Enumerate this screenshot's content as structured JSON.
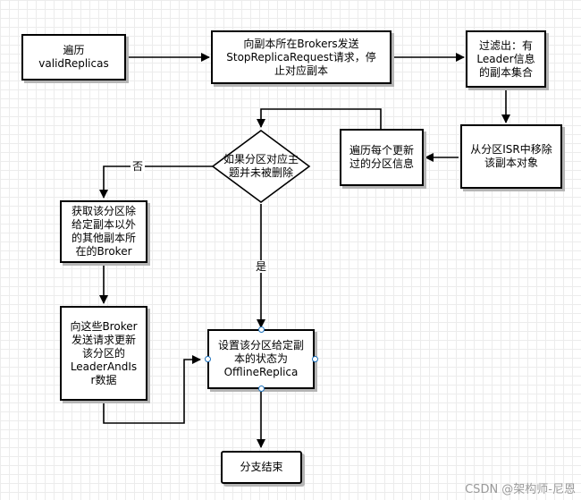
{
  "nodes": {
    "traverse_valid": "遍历\nvalidReplicas",
    "send_stop": "向副本所在Brokers发送\nStopReplicaRequest请求，停\n止对应副本",
    "filter_leader": "过滤出：有\nLeader信息\n的副本集合",
    "remove_isr": "从分区ISR中移除\n该副本对象",
    "traverse_updated": "遍历每个更新\n过的分区信息",
    "decision": "如果分区对应主\n题并未被删除",
    "get_other_replicas": "获取该分区除\n给定副本以外\n的其他副本所\n在的Broker",
    "send_update": "向这些Broker\n发送请求更新\n该分区的\nLeaderAndIs\nr数据",
    "set_offline": "设置该分区给定副\n本的状态为\nOfflineReplica",
    "branch_end": "分支结束"
  },
  "edge_labels": {
    "no": "否",
    "yes": "是"
  },
  "watermark": "CSDN @架构师-尼恩",
  "colors": {
    "line": "#000000",
    "handle": "#1e73be",
    "grid": "#ececec"
  }
}
